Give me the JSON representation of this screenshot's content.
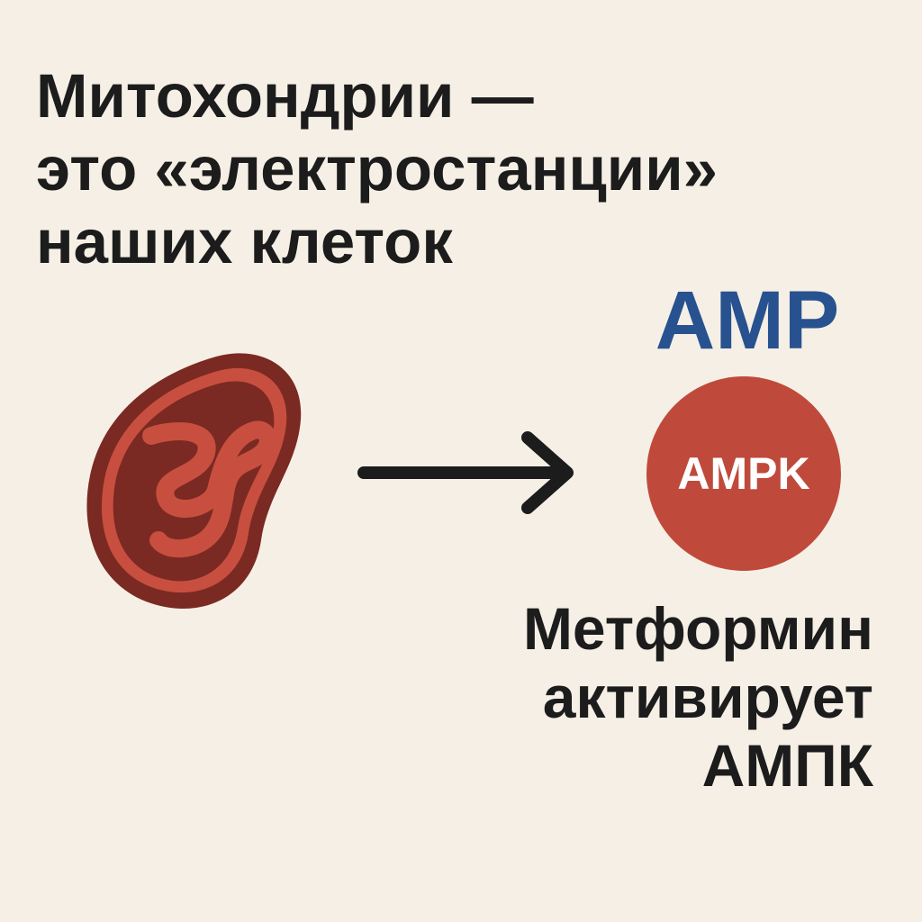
{
  "title": {
    "lines": [
      "Митохондрии —",
      "это «электростанции»",
      "наших клеток"
    ]
  },
  "diagram": {
    "source_icon": "mitochondrion-icon",
    "connector_icon": "arrow-right-icon",
    "amp_label": "AMP",
    "ampk_label": "AMPK"
  },
  "caption": {
    "lines": [
      "Метформин",
      "активирует",
      "АМПК"
    ]
  },
  "colors": {
    "background": "#f6efe5",
    "text": "#1c1c1c",
    "amp_blue": "#27528f",
    "ampk_red": "#bf4a3b",
    "mito_dark": "#7a2a22",
    "mito_light": "#c84f3f"
  }
}
